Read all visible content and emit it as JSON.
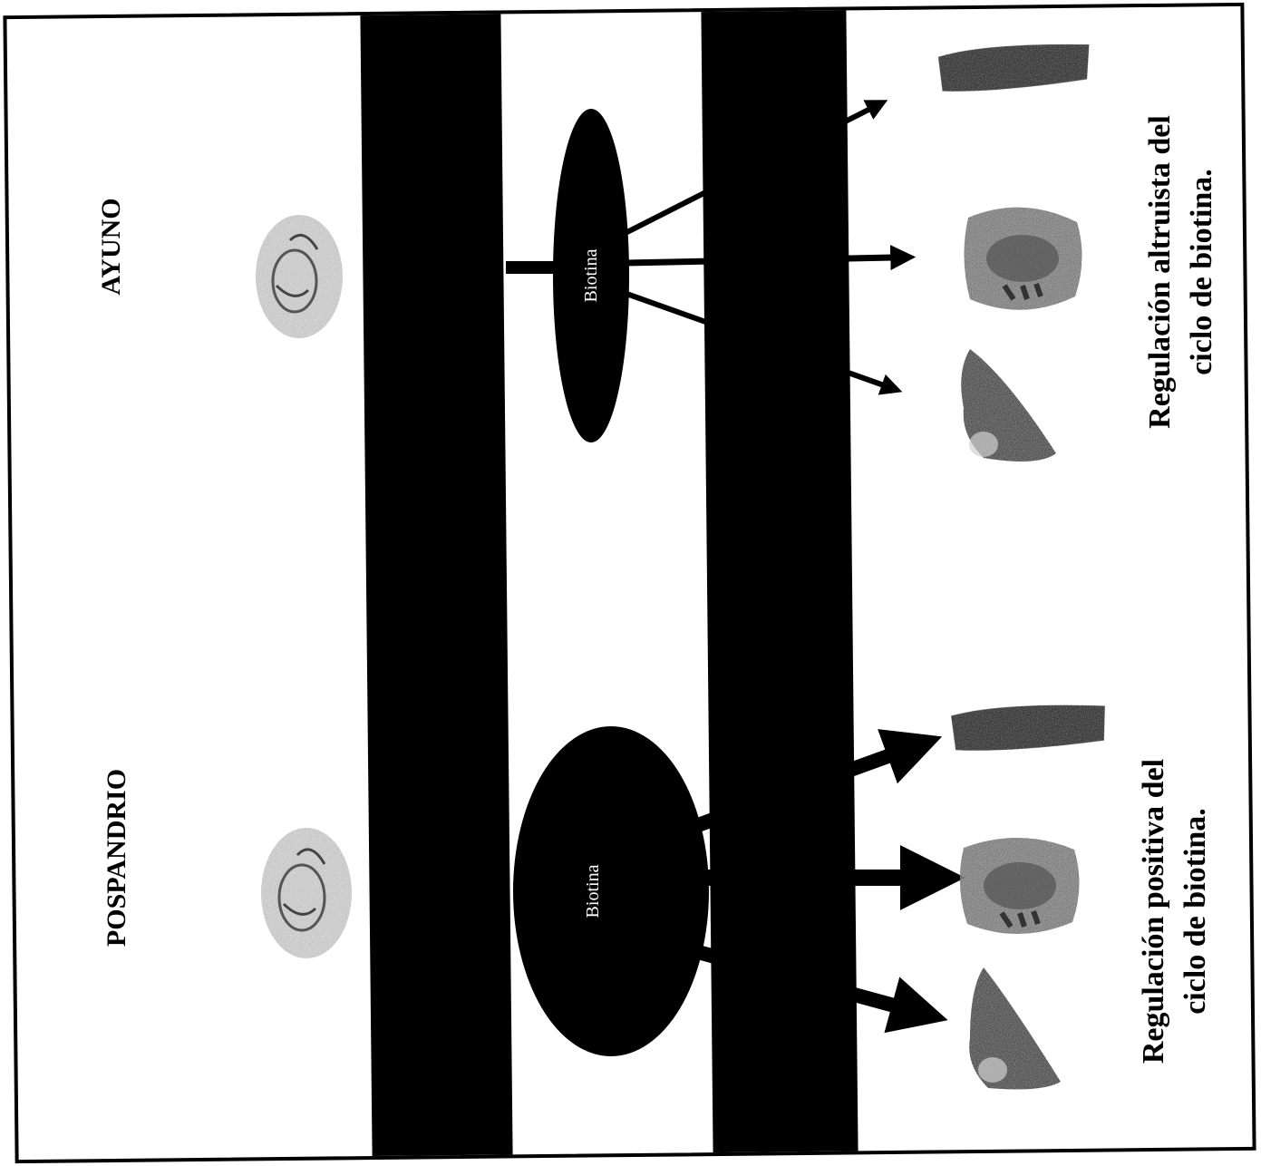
{
  "labels": {
    "ayuno": "AYUNO",
    "pospandrio": "POSPANDRIO",
    "biotina_top": "Biotina",
    "biotina_bottom": "Biotina",
    "reg_altruista_line1": "Regulación altruista  del",
    "reg_altruista_line2": "ciclo de biotina.",
    "reg_positiva_line1": "Regulación positiva  del",
    "reg_positiva_line2": "ciclo de biotina."
  },
  "colors": {
    "ink": "#000000",
    "paper": "#ffffff",
    "tissue_dark": "#3a3a3a",
    "tissue_mid": "#6a6a6a"
  },
  "icons": {
    "brain": "brain-icon",
    "muscle": "muscle-tissue-icon",
    "kidney": "kidney-icon",
    "liver": "liver-icon"
  }
}
